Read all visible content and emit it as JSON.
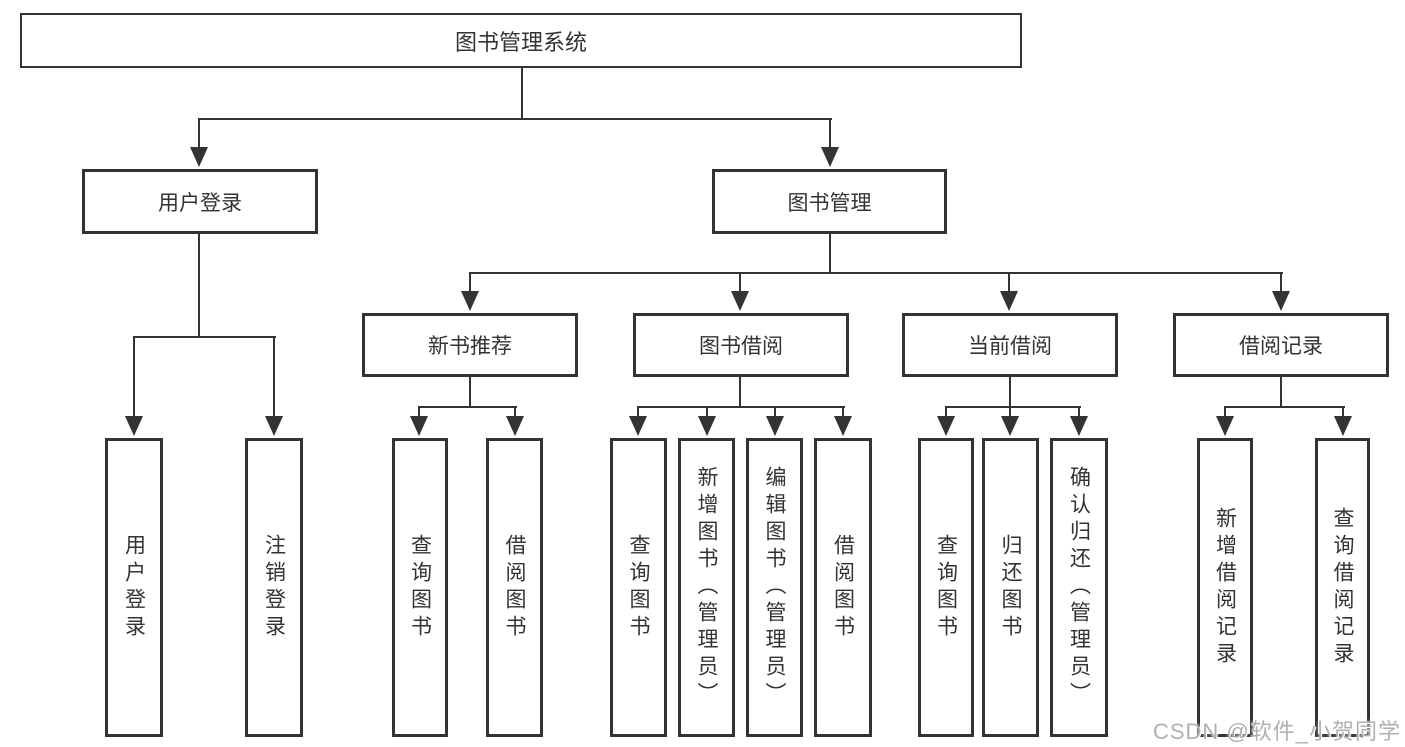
{
  "diagram": {
    "colors": {
      "line": "#333333",
      "text": "#333333",
      "background": "#ffffff",
      "watermark": "#b0b0b0"
    },
    "root": {
      "label": "图书管理系统"
    },
    "level2": [
      {
        "label": "用户登录"
      },
      {
        "label": "图书管理"
      }
    ],
    "level3": [
      {
        "label": "新书推荐"
      },
      {
        "label": "图书借阅"
      },
      {
        "label": "当前借阅"
      },
      {
        "label": "借阅记录"
      }
    ],
    "leaves": {
      "user_login": [
        {
          "label": "用户登录"
        },
        {
          "label": "注销登录"
        }
      ],
      "new_book": [
        {
          "label": "查询图书"
        },
        {
          "label": "借阅图书"
        }
      ],
      "book_borrow": [
        {
          "label": "查询图书"
        },
        {
          "label": "新增图书（管理员）"
        },
        {
          "label": "编辑图书（管理员）"
        },
        {
          "label": "借阅图书"
        }
      ],
      "current_borrow": [
        {
          "label": "查询图书"
        },
        {
          "label": "归还图书"
        },
        {
          "label": "确认归还（管理员）"
        }
      ],
      "borrow_record": [
        {
          "label": "新增借阅记录"
        },
        {
          "label": "查询借阅记录"
        }
      ]
    },
    "watermark": "CSDN @软件_小贺同学"
  }
}
